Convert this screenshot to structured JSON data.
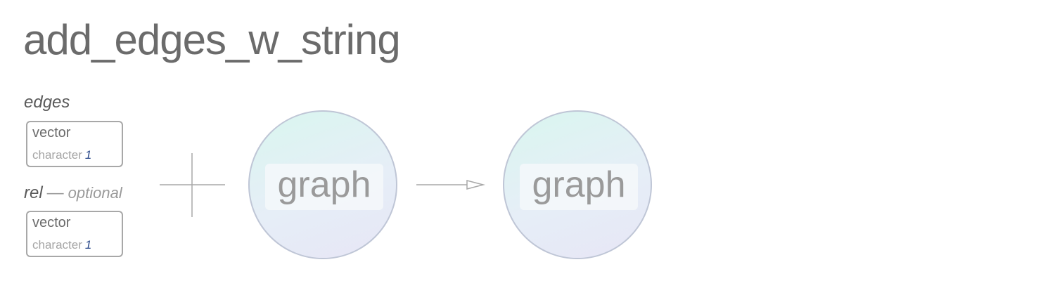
{
  "title": "add_edges_w_string",
  "arguments": [
    {
      "name": "edges",
      "optional": false,
      "type": "vector",
      "subtype": "character",
      "length": "1"
    },
    {
      "name": "rel",
      "optional": true,
      "optional_sep": "—",
      "optional_label": "optional",
      "type": "vector",
      "subtype": "character",
      "length": "1"
    }
  ],
  "input_node": {
    "label": "graph"
  },
  "output_node": {
    "label": "graph"
  },
  "colors": {
    "title": "#6b6b6b",
    "box_border": "#a8a8a8",
    "length_accent": "#2b4a8a",
    "node_border": "#bfc6d6",
    "connector": "#a8a8a8"
  }
}
